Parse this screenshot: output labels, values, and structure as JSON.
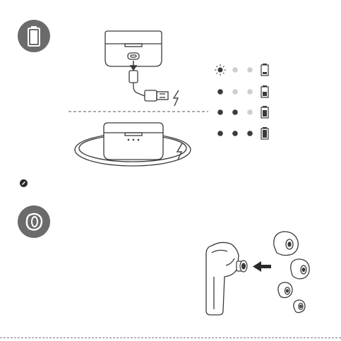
{
  "page": {
    "background": "#ffffff",
    "icon_fill": "#6b6b6b",
    "line_color": "#3a3a3a",
    "lightning_color": "#4a4a4a"
  },
  "sections": [
    {
      "icon": "battery-icon"
    },
    {
      "icon": "ear-tip-icon"
    }
  ],
  "charging": {
    "methods": [
      {
        "icon": "usb-cable-charging-icon"
      },
      {
        "icon": "wireless-pad-charging-icon"
      }
    ],
    "status_rows": [
      {
        "leds": [
          "blink",
          "off",
          "off"
        ],
        "battery_level": 0.25
      },
      {
        "leds": [
          "on",
          "off",
          "off"
        ],
        "battery_level": 0.5
      },
      {
        "leds": [
          "on",
          "on",
          "off"
        ],
        "battery_level": 0.75
      },
      {
        "leds": [
          "on",
          "on",
          "on"
        ],
        "battery_level": 1.0
      }
    ]
  },
  "ear_tips": {
    "sizes": [
      "large",
      "medium",
      "small",
      "extra-small"
    ]
  },
  "note": {
    "icon": "pencil-note-icon"
  }
}
